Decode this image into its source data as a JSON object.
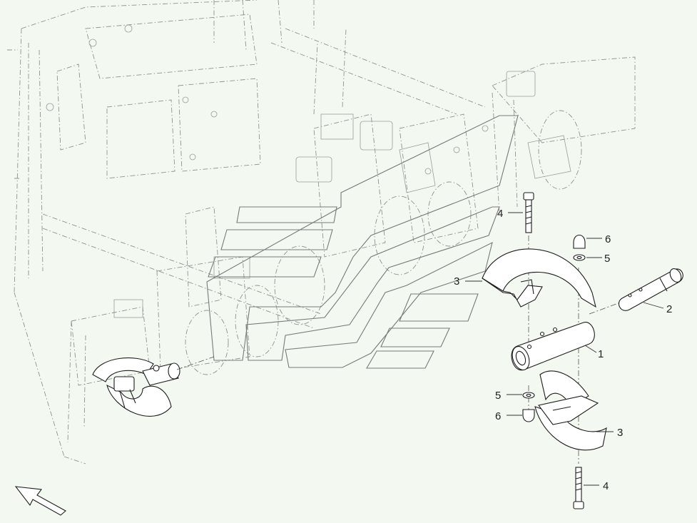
{
  "callouts": [
    {
      "id": "c4-top",
      "label": "4"
    },
    {
      "id": "c6-top",
      "label": "6"
    },
    {
      "id": "c5-top",
      "label": "5"
    },
    {
      "id": "c3-top",
      "label": "3"
    },
    {
      "id": "c2",
      "label": "2"
    },
    {
      "id": "c1",
      "label": "1"
    },
    {
      "id": "c5-bot",
      "label": "5"
    },
    {
      "id": "c6-bot",
      "label": "6"
    },
    {
      "id": "c3-bot",
      "label": "3"
    },
    {
      "id": "c4-bot",
      "label": "4"
    }
  ],
  "colors": {
    "background": "#f3f8f1",
    "line": "#1d1d1d",
    "ghost": "#8f938f"
  }
}
